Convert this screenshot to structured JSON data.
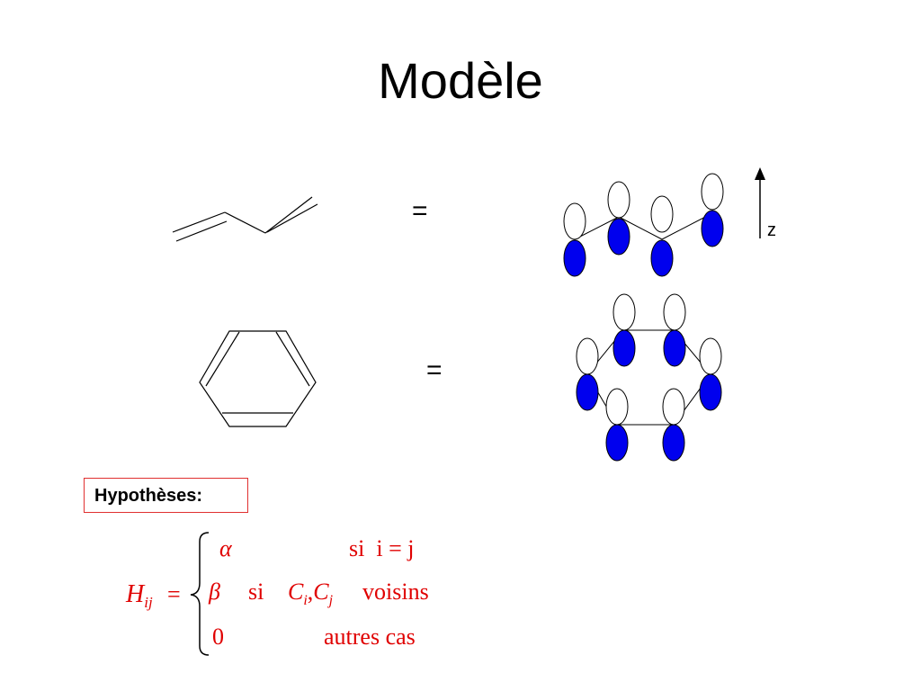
{
  "slide": {
    "title": "Modèle",
    "equals_top": "=",
    "equals_bottom": "=",
    "axis_label": "z",
    "hypotheses_label": "Hypothèses:"
  },
  "formula": {
    "lhs_main": "H",
    "lhs_sub": "ij",
    "equals": "=",
    "cases": [
      {
        "value": "α",
        "condition": "si  i = j"
      },
      {
        "value": "β",
        "si": "si",
        "c_i": "C",
        "c_i_sub": "i",
        "comma": ",",
        "c_j": "C",
        "c_j_sub": "j",
        "tail": "voisins"
      },
      {
        "value": "0",
        "condition": "autres cas"
      }
    ]
  },
  "colors": {
    "orbital_filled": "#0000ee",
    "orbital_empty": "#ffffff",
    "formula_red": "#e00000",
    "box_border": "#e03030"
  }
}
